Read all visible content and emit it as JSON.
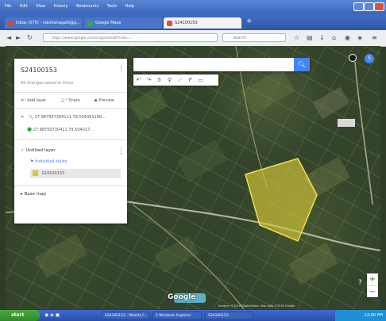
{
  "browser": {
    "menus": [
      "File",
      "Edit",
      "View",
      "History",
      "Bookmarks",
      "Tools",
      "Help"
    ],
    "tabs": [
      {
        "label": "Inbox (575) - rakshanagarb@g...",
        "active": false,
        "icon_color": "#d44638"
      },
      {
        "label": "Google Maps",
        "active": false,
        "icon_color": "#34a853"
      },
      {
        "label": "S24100153",
        "active": true,
        "icon_color": "#e74c3c"
      }
    ],
    "new_tab": "+",
    "url": "https://www.google.com/maps/d/edit?mid=...",
    "search_placeholder": "Search"
  },
  "panel": {
    "title": "S24100153",
    "subtitle": "All changes saved in Drive",
    "actions": [
      "Add layer",
      "Share",
      "Preview"
    ],
    "coords_search": "27.987567304111 79.504391190...",
    "coords_pin": "27.98750730411 79.504317...",
    "layer_title": "Untitled layer",
    "layer_style": "Individual styles",
    "layer_item": "S24100153",
    "base_map": "Base map"
  },
  "map": {
    "search_button": "search-icon",
    "toolbar": [
      "undo-icon",
      "redo-icon",
      "hand-icon",
      "marker-icon",
      "line-icon",
      "directions-icon",
      "ruler-icon"
    ],
    "zoom_in": "+",
    "zoom_out": "−",
    "google_logo": "Google",
    "attribution": "Imagery ©2016 DigitalGlobe, Map data ©2016 Google",
    "polygon_fill": "#d7c83a",
    "water_color": "#5bb0c9"
  },
  "taskbar": {
    "start": "start",
    "items": [
      "S24100153 - Mozilla F...",
      "2 Windows Explorer",
      "S24100153"
    ],
    "clock": "12:00 PM"
  }
}
